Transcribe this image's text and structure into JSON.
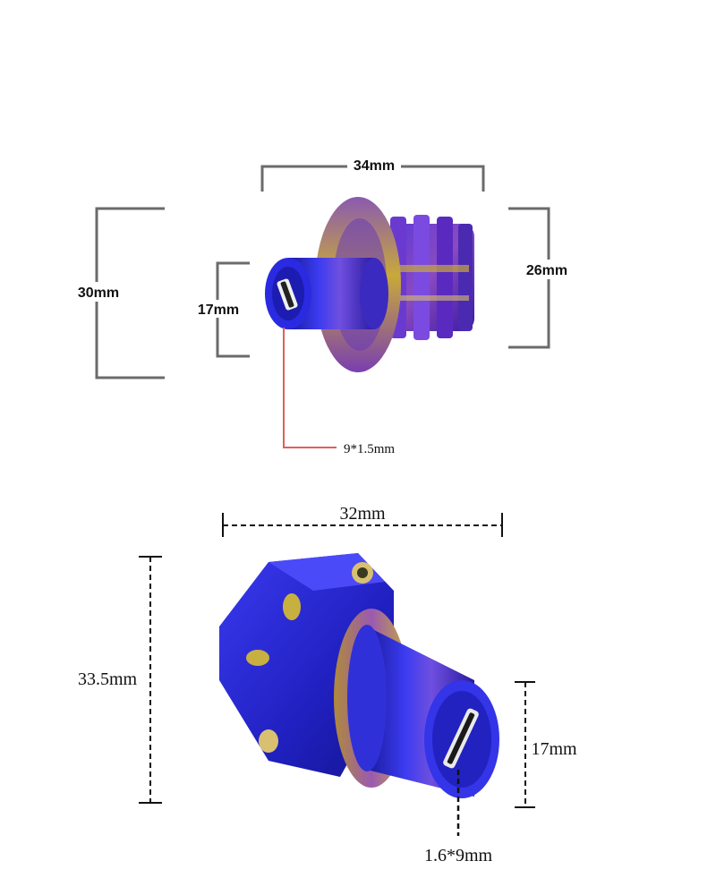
{
  "top_part": {
    "width_label": "34mm",
    "outer_height_label": "30mm",
    "inner_height_label": "17mm",
    "right_height_label": "26mm",
    "slot_label": "9*1.5mm"
  },
  "bottom_part": {
    "width_label": "32mm",
    "height_label": "33.5mm",
    "cylinder_height_label": "17mm",
    "slot_label": "1.6*9mm"
  },
  "colors": {
    "dimension_line_top": "#6b6b6b",
    "dimension_line_bottom": "#111111",
    "leader_line": "#e0605a",
    "metal_blue": "#2a2ad8",
    "metal_purple": "#7b2fb8",
    "metal_gold": "#c8a93a"
  }
}
